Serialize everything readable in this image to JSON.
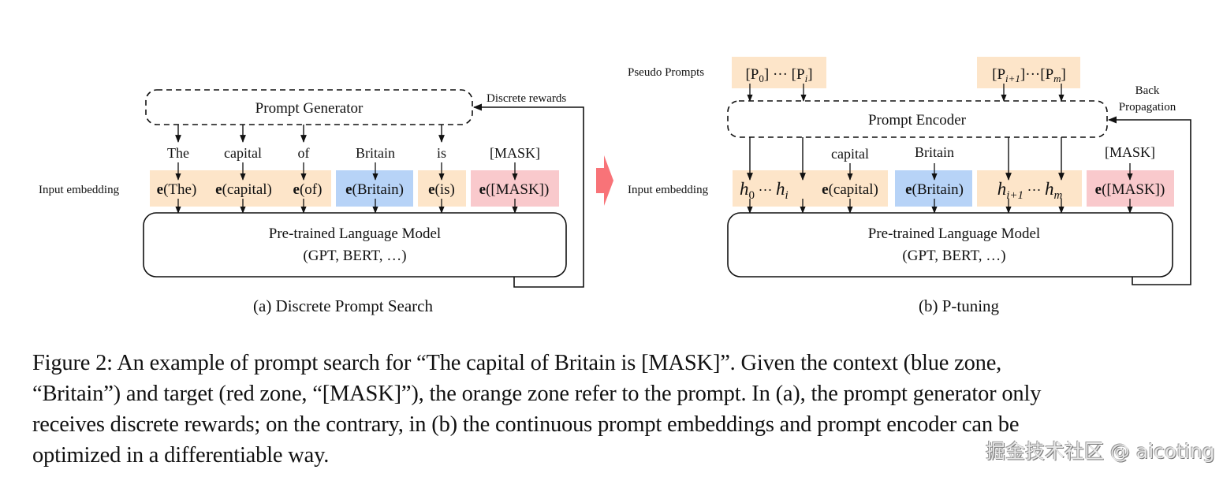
{
  "colors": {
    "prompt_zone": "#fde5c9",
    "context_zone": "#b7d3f7",
    "target_zone": "#f9c9cc",
    "arrow_transition": "#f87378",
    "stroke": "#111111"
  },
  "panel_a": {
    "generator_label": "Prompt Generator",
    "feedback_label": "Discrete rewards",
    "input_embedding_label": "Input embedding",
    "tokens": [
      "The",
      "capital",
      "of",
      "Britain",
      "is",
      "[MASK]"
    ],
    "embeddings": [
      {
        "prefix": "e",
        "arg": "(The)",
        "zone": "prompt"
      },
      {
        "prefix": "e",
        "arg": "(capital)",
        "zone": "prompt"
      },
      {
        "prefix": "e",
        "arg": "(of)",
        "zone": "prompt"
      },
      {
        "prefix": "e",
        "arg": "(Britain)",
        "zone": "context"
      },
      {
        "prefix": "e",
        "arg": "(is)",
        "zone": "prompt"
      },
      {
        "prefix": "e",
        "arg": "([MASK])",
        "zone": "target"
      }
    ],
    "model_label": "Pre-trained Language Model",
    "model_sublabel": "(GPT, BERT, …)",
    "caption": "(a) Discrete Prompt Search"
  },
  "panel_b": {
    "pseudo_prompts_label": "Pseudo Prompts",
    "pseudo_prompt_group_1": {
      "a": "P",
      "a_sub": "0",
      "b": "P",
      "b_sub": "i"
    },
    "pseudo_prompt_group_2": {
      "a": "P",
      "a_sub": "i+1",
      "b": "P",
      "b_sub": "m"
    },
    "encoder_label": "Prompt Encoder",
    "feedback_label_line1": "Back",
    "feedback_label_line2": "Propagation",
    "input_embedding_label": "Input embedding",
    "tokens": [
      "capital",
      "Britain",
      "[MASK]"
    ],
    "hidden_group_1": {
      "a": "h",
      "a_sub": "0",
      "b": "h",
      "b_sub": "i"
    },
    "hidden_group_2": {
      "a": "h",
      "a_sub": "i+1",
      "b": "h",
      "b_sub": "m"
    },
    "embeddings": [
      {
        "prefix": "e",
        "arg": "(capital)",
        "zone": "prompt"
      },
      {
        "prefix": "e",
        "arg": "(Britain)",
        "zone": "context"
      },
      {
        "prefix": "e",
        "arg": "([MASK])",
        "zone": "target"
      }
    ],
    "ellipsis": "···",
    "model_label": "Pre-trained Language Model",
    "model_sublabel": "(GPT, BERT, …)",
    "caption": "(b) P-tuning"
  },
  "figure_caption": {
    "lines": [
      "Figure 2:  An example of prompt search for “The capital of Britain is [MASK]”. Given the context (blue zone,",
      "“Britain”) and target (red zone, “[MASK]”), the orange zone refer to the prompt. In (a), the prompt generator only",
      "receives discrete rewards; on the contrary, in (b) the continuous prompt embeddings and prompt encoder can be",
      "optimized in a differentiable way."
    ]
  },
  "watermark": "掘金技术社区 @ aicoting"
}
